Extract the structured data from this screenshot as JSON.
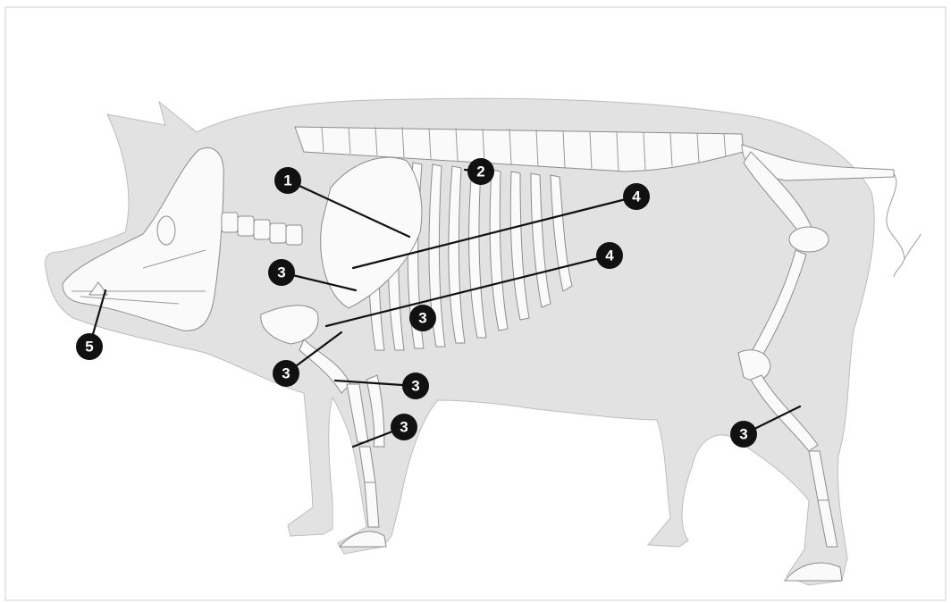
{
  "diagram": {
    "subject": "pig skeleton",
    "colors": {
      "frame": "#cfcfcf",
      "silhouette": "#e2e2e2",
      "silhouette_stroke": "#bdbdbd",
      "bone": "#fafafa",
      "bone_stroke": "#8c8c8c",
      "marker_fill": "#111111",
      "marker_text": "#ffffff"
    },
    "markers": [
      {
        "id": "m1",
        "number": "1"
      },
      {
        "id": "m2",
        "number": "2"
      },
      {
        "id": "m3a",
        "number": "3"
      },
      {
        "id": "m3b",
        "number": "3"
      },
      {
        "id": "m3c",
        "number": "3"
      },
      {
        "id": "m3d",
        "number": "3"
      },
      {
        "id": "m3e",
        "number": "3"
      },
      {
        "id": "m3f",
        "number": "3"
      },
      {
        "id": "m4a",
        "number": "4"
      },
      {
        "id": "m4b",
        "number": "4"
      },
      {
        "id": "m5",
        "number": "5"
      }
    ]
  }
}
